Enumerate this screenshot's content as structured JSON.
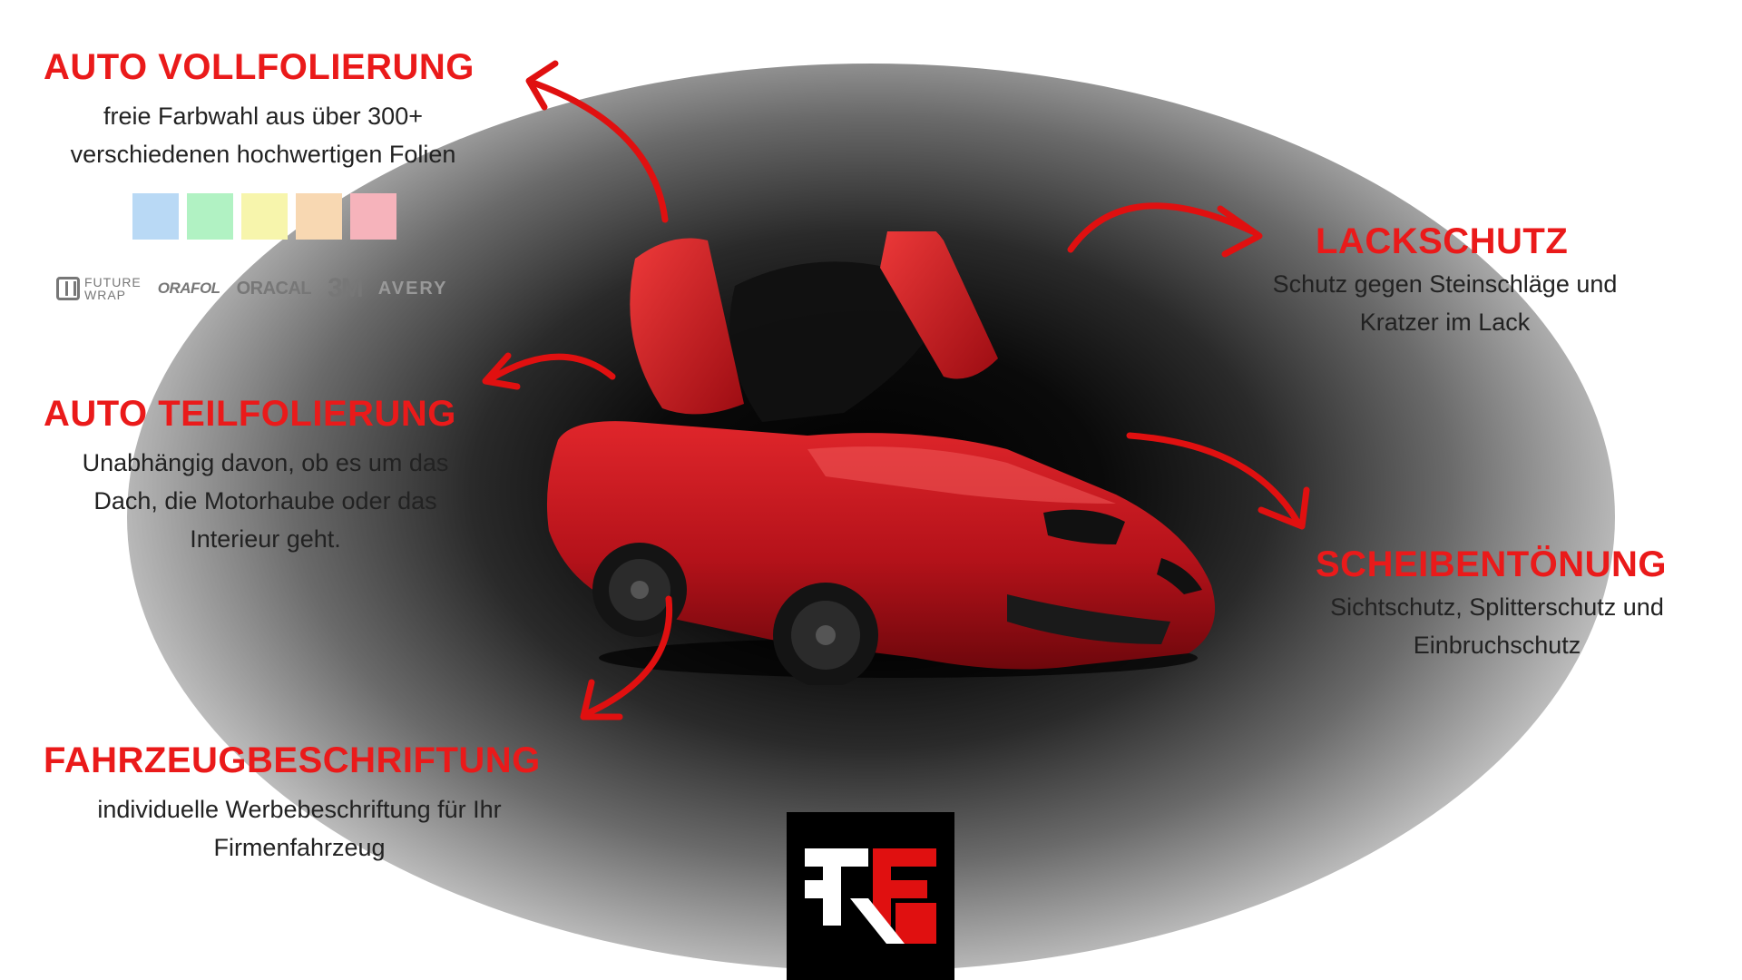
{
  "services": {
    "vollfolierung": {
      "title": "AUTO VOLLFOLIERUNG",
      "line1": "freie Farbwahl aus über 300+",
      "line2": "verschiedenen hochwertigen Folien"
    },
    "teilfolierung": {
      "title": "AUTO TEILFOLIERUNG",
      "line1": "Unabhängig davon, ob es um das",
      "line2": "Dach, die Motorhaube oder das",
      "line3": "Interieur geht."
    },
    "beschriftung": {
      "title": "FAHRZEUGBESCHRIFTUNG",
      "line1": "individuelle Werbebeschriftung für Ihr",
      "line2": "Firmenfahrzeug"
    },
    "lackschutz": {
      "title": "LACKSCHUTZ",
      "line1": "Schutz gegen Steinschläge und",
      "line2": "Kratzer im Lack"
    },
    "scheibentoenung": {
      "title": "SCHEIBENTÖNUNG",
      "line1": "Sichtschutz, Splitterschutz und",
      "line2": "Einbruchschutz"
    }
  },
  "swatch_colors": [
    "#b9d9f5",
    "#b1f2c3",
    "#f7f5ac",
    "#f8d8b2",
    "#f6b3bb"
  ],
  "brands": {
    "future_line1": "FUTURE",
    "future_line2": "WRAP",
    "orafol": "ORAFOL",
    "oracal": "ORACAL",
    "three_m": "3M",
    "avery": "AVERY"
  },
  "colors": {
    "accent_red": "#ea1a1a",
    "text_dark": "#222222",
    "car_red": "#c8151b",
    "logo_bg": "#000000"
  },
  "icons": {
    "car": "red-supercar-doors-open",
    "logo": "brand-logo-fe",
    "arrows": "curved-red-arrow"
  }
}
